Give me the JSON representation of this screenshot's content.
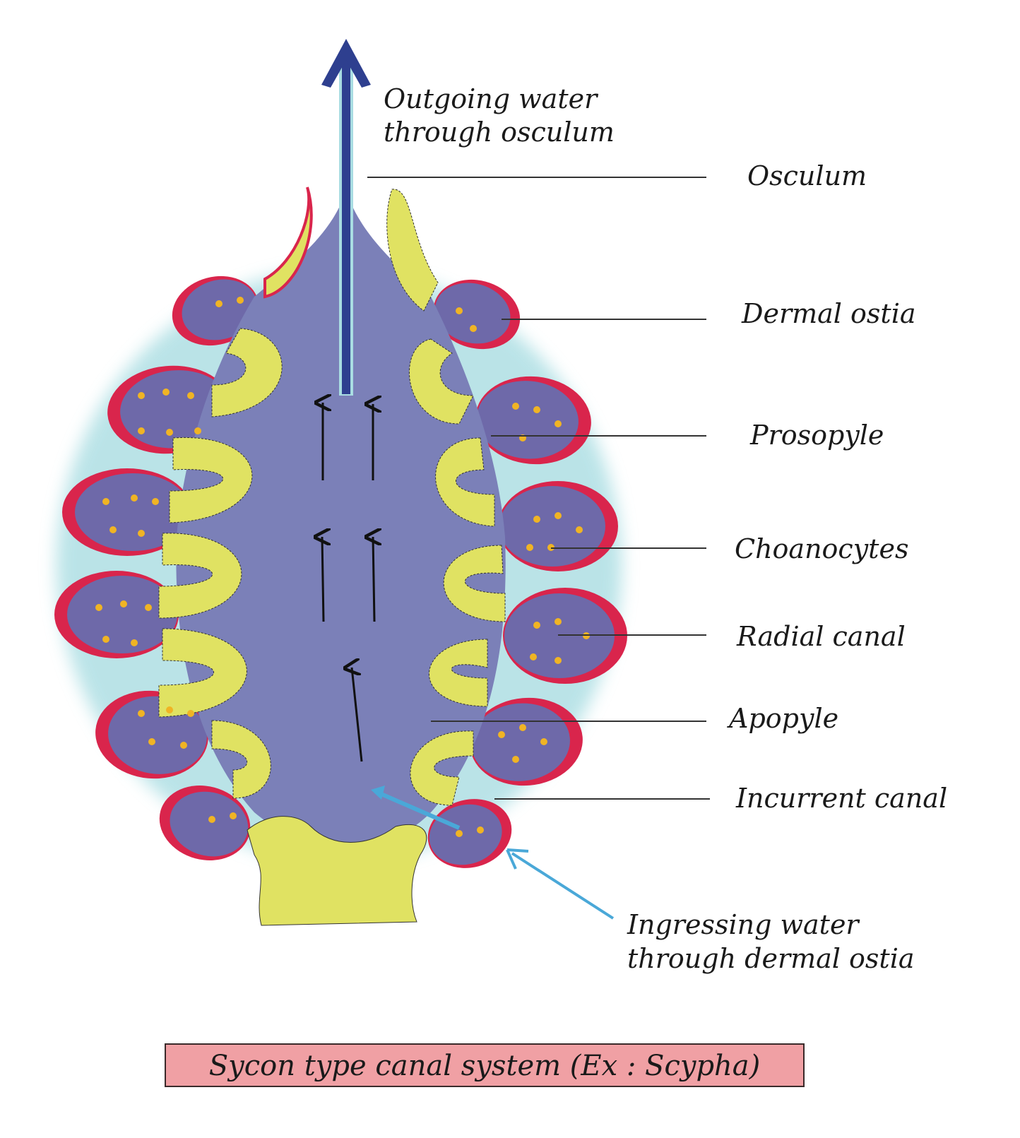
{
  "labels": {
    "outgoing_line1": "Outgoing water",
    "outgoing_line2": "through osculum",
    "osculum": "Osculum",
    "dermal_ostia": "Dermal ostia",
    "prosopyle": "Prosopyle",
    "choanocytes": "Choanocytes",
    "radial_canal": "Radial canal",
    "apopyle": "Apopyle",
    "incurrent_canal": "Incurrent canal",
    "ingressing_line1": "Ingressing water",
    "ingressing_line2": "through dermal ostia"
  },
  "caption": "Sycon type canal system (Ex : Scypha)",
  "colors": {
    "body": "#7b80b8",
    "radial": "#6e69a9",
    "pinacoderm": "#d9254c",
    "incurrent": "#e0e262",
    "glow": "#a9dde2",
    "arrow_out": "#2e3f8f",
    "arrow_in": "#4aa8d8",
    "caption_bg": "#f0a0a4"
  }
}
